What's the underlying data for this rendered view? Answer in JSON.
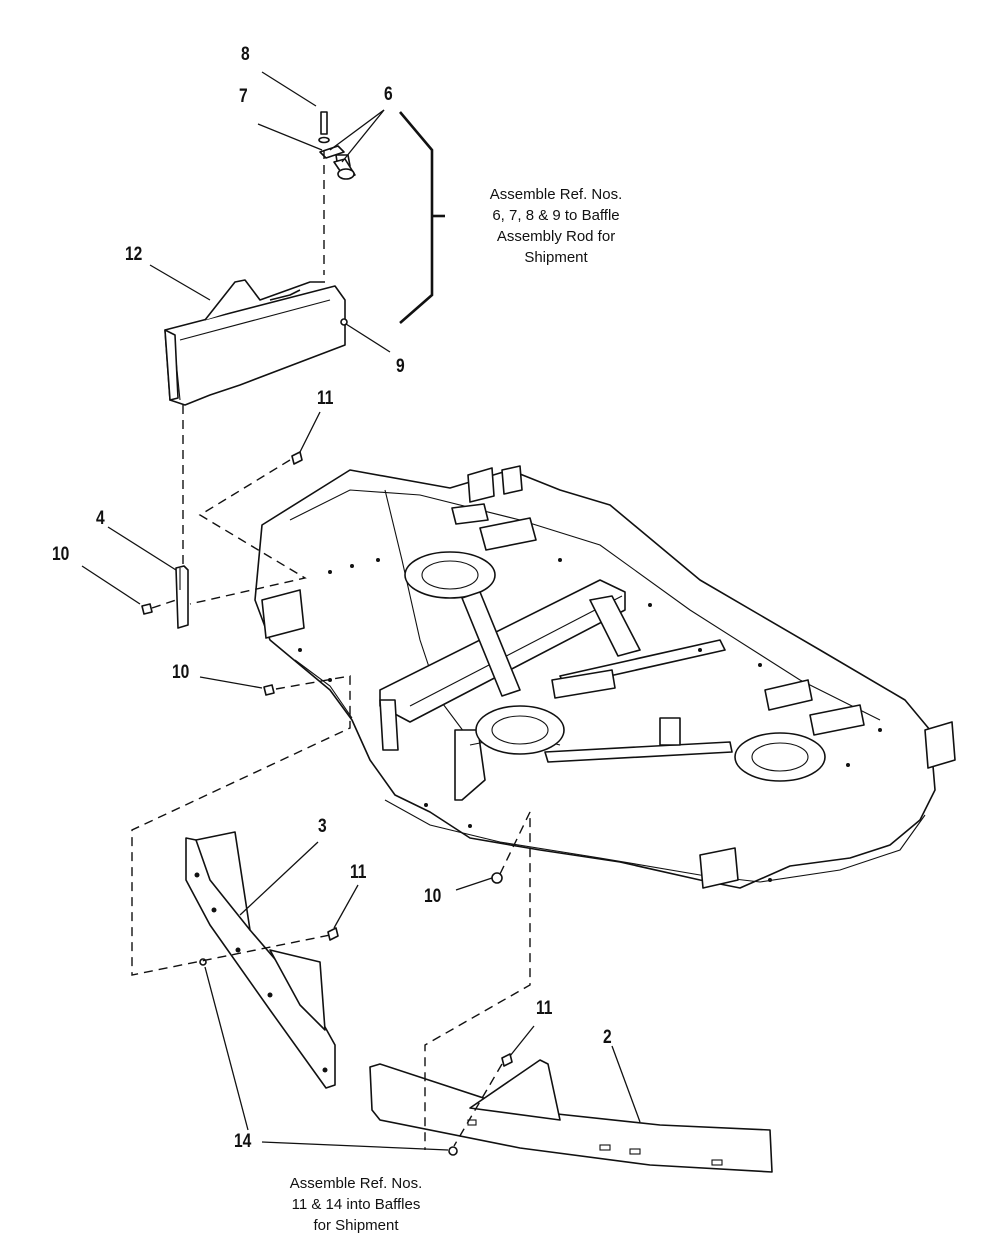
{
  "callouts": {
    "c8": "8",
    "c7": "7",
    "c6": "6",
    "c12": "12",
    "c9": "9",
    "c11_top": "11",
    "c4": "4",
    "c10_left": "10",
    "c10_mid": "10",
    "c3": "3",
    "c11_mid": "11",
    "c10_right": "10",
    "c11_bottom": "11",
    "c2": "2",
    "c14": "14"
  },
  "notes": {
    "top": [
      "Assemble Ref. Nos.",
      "6, 7, 8 & 9 to Baffle",
      "Assembly Rod for",
      "Shipment"
    ],
    "bottom": [
      "Assemble Ref. Nos.",
      "11 & 14 into Baffles",
      "for Shipment"
    ]
  }
}
